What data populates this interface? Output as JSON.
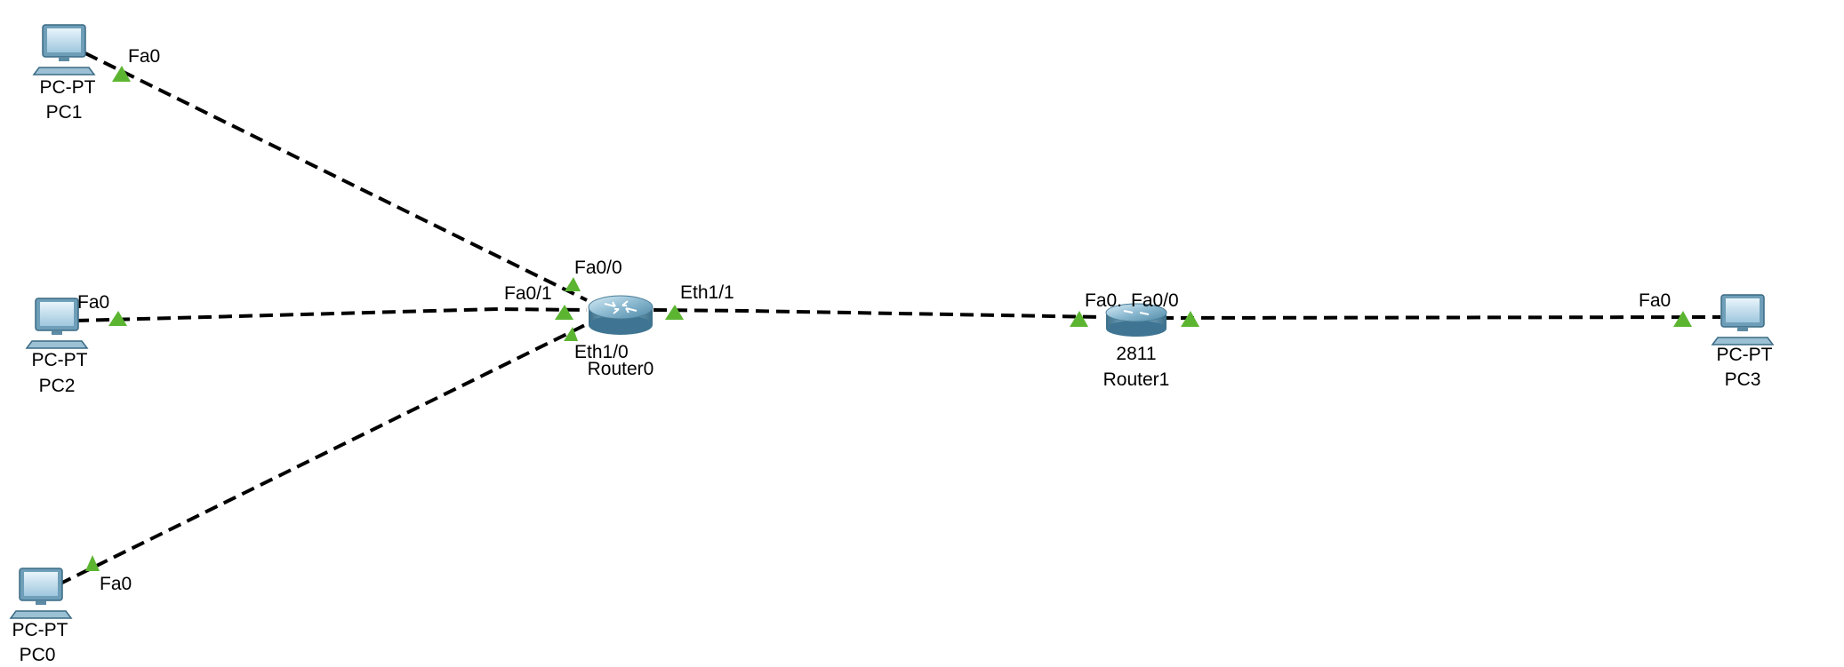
{
  "canvas": {
    "background": "#ffffff",
    "link_color": "#000000",
    "port_status_color": "#5cb531"
  },
  "devices": {
    "pc1": {
      "icon": "pc-icon",
      "model": "PC-PT",
      "name": "PC1"
    },
    "pc2": {
      "icon": "pc-icon",
      "model": "PC-PT",
      "name": "PC2"
    },
    "pc0": {
      "icon": "pc-icon",
      "model": "PC-PT",
      "name": "PC0"
    },
    "pc3": {
      "icon": "pc-icon",
      "model": "PC-PT",
      "name": "PC3"
    },
    "router0": {
      "icon": "router-icon",
      "name": "Router0"
    },
    "router1": {
      "icon": "router-icon",
      "model": "2811",
      "name": "Router1"
    }
  },
  "ports": {
    "pc1_fa0": "Fa0",
    "pc2_fa0": "Fa0",
    "pc0_fa0": "Fa0",
    "r0_fa00": "Fa0/0",
    "r0_fa01": "Fa0/1",
    "r0_eth11": "Eth1/1",
    "r0_eth10": "Eth1/0",
    "r1_fa0_left": "Fa0.",
    "r1_fa00": "Fa0/0",
    "pc3_fa0": "Fa0"
  }
}
